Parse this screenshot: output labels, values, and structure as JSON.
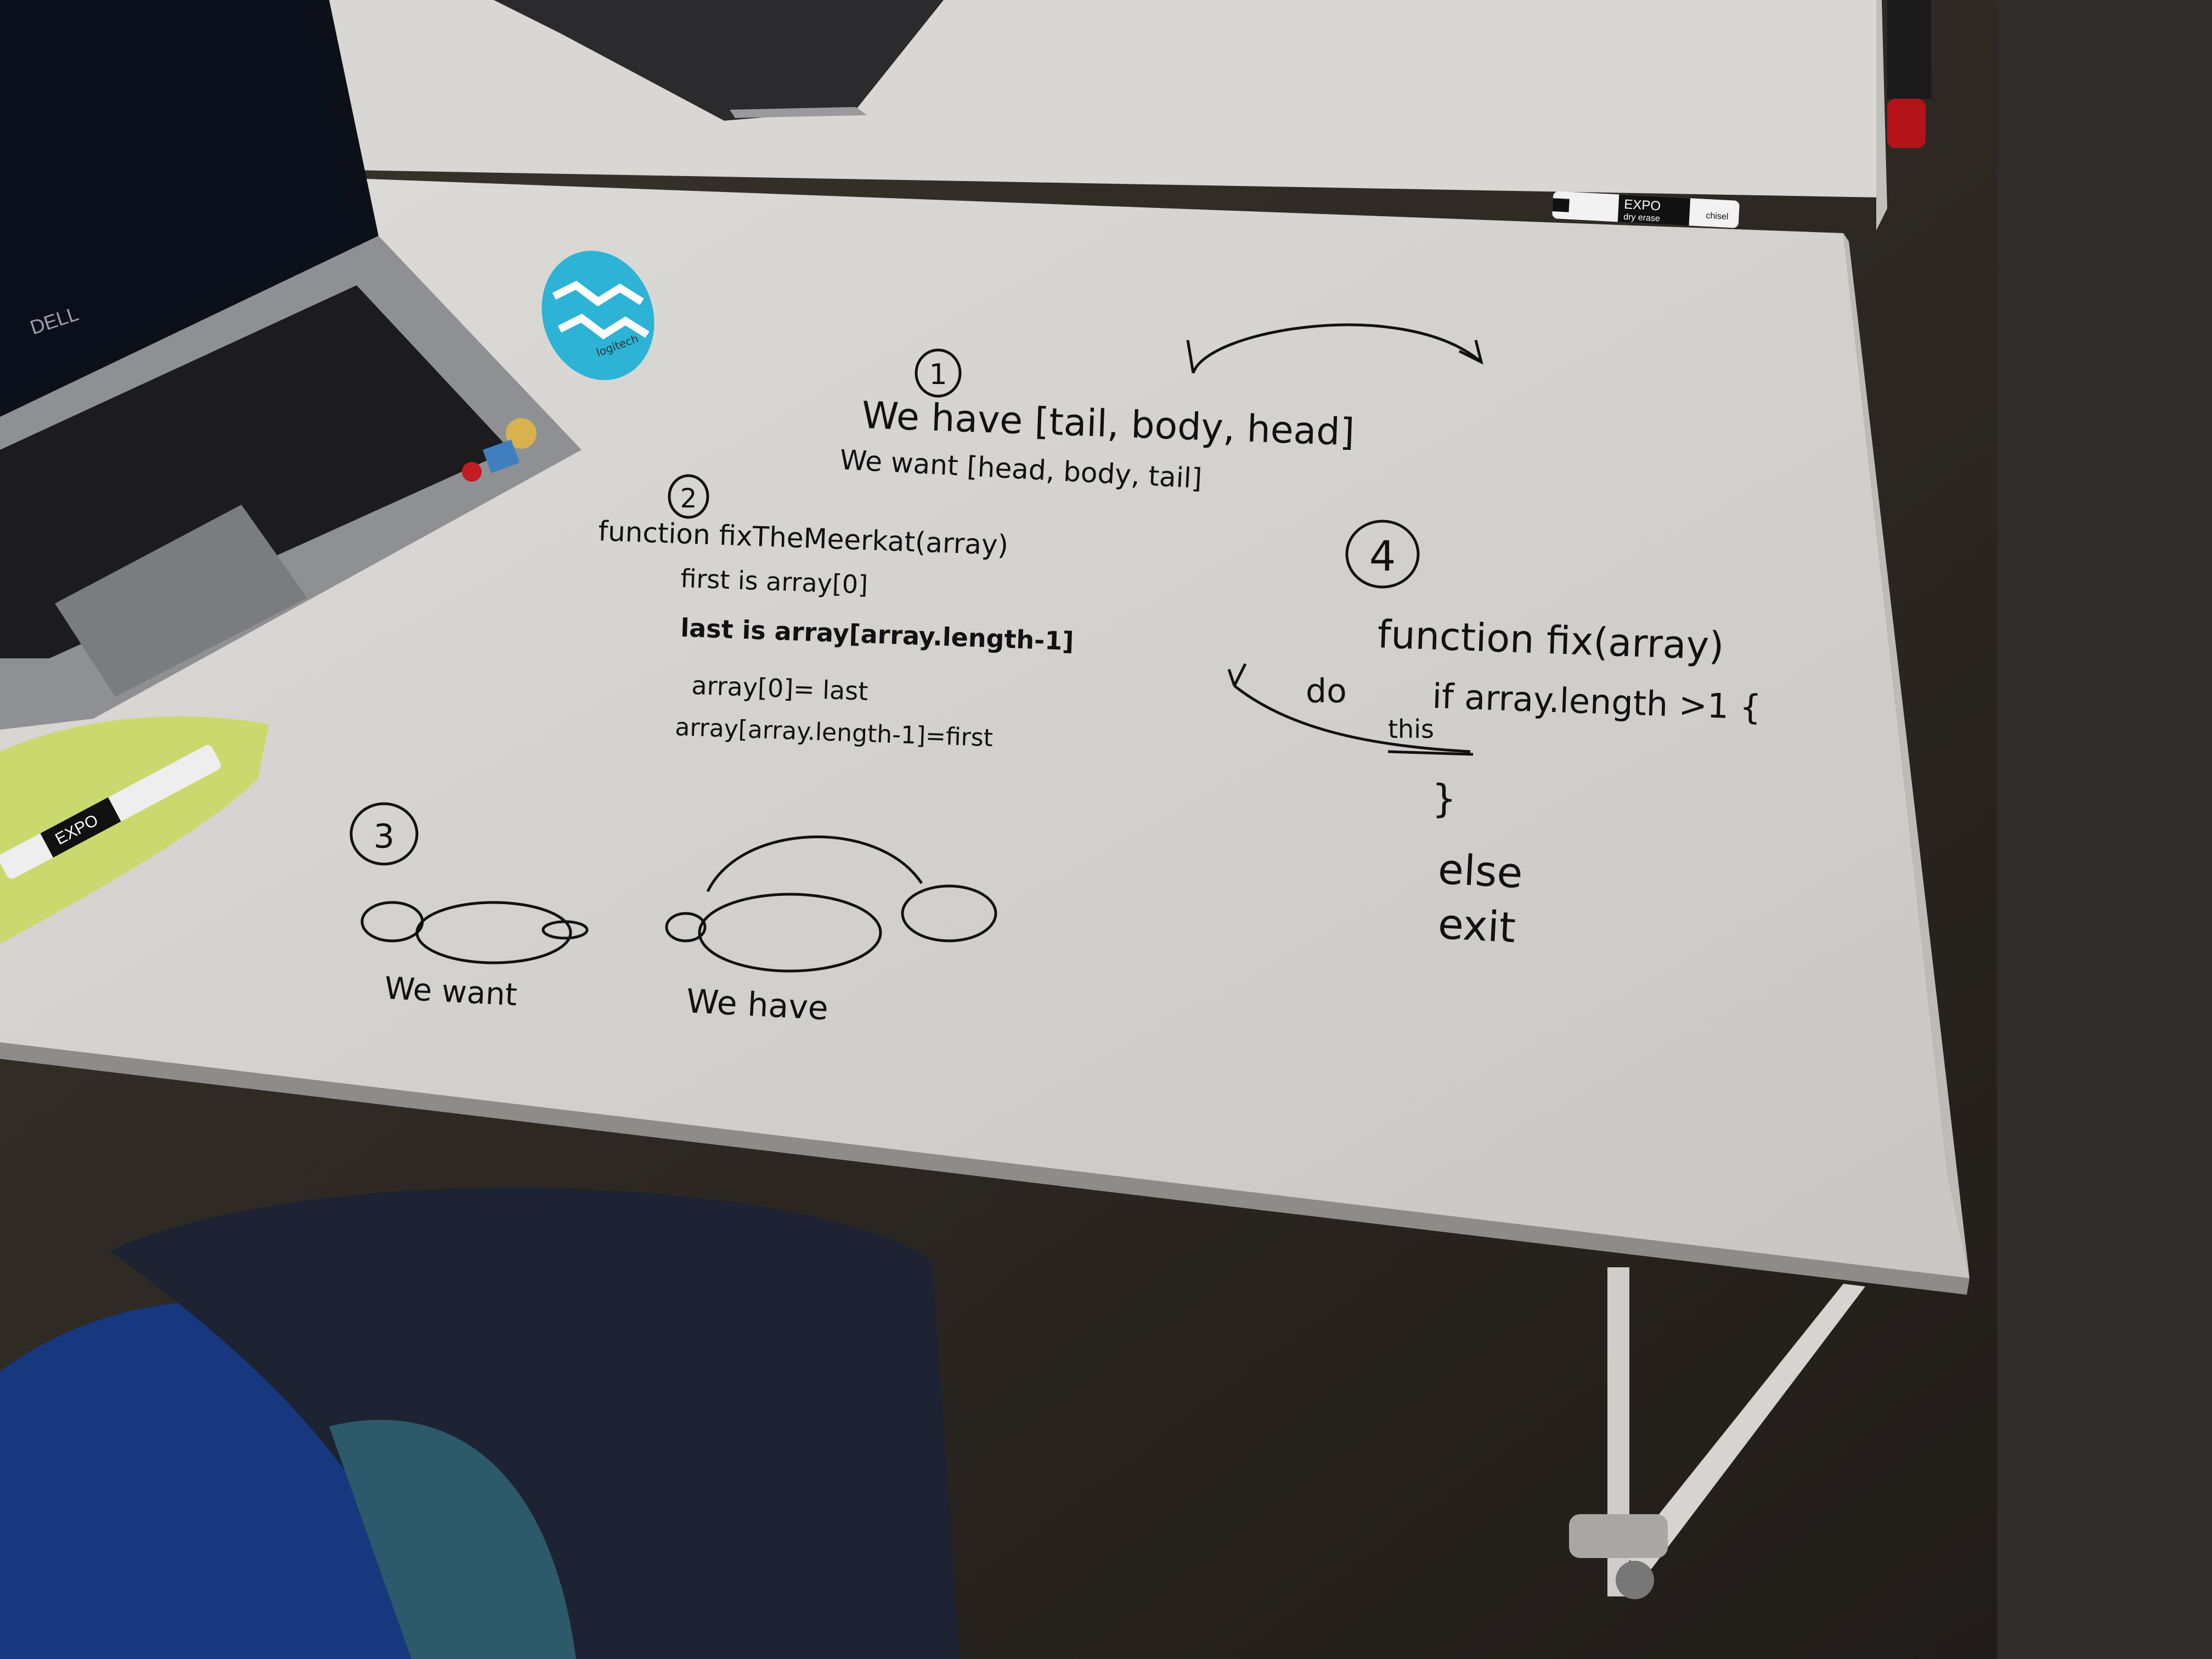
{
  "laptop": {
    "brand": "DELL"
  },
  "mouse": {
    "brand": "logitech"
  },
  "markers": {
    "brand": "EXPO",
    "variant": "dry erase",
    "tip": "chisel"
  },
  "notes": {
    "step1": {
      "number": "1",
      "line1": "We have [tail, body, head]",
      "line2": "We want [head, body, tail]"
    },
    "step2": {
      "number": "2",
      "lines": [
        "function fixTheMeerkat(array)",
        "first is array[0]",
        "last is array[array.length-1]",
        "array[0]= last",
        "array[array.length-1]=first"
      ]
    },
    "step3": {
      "number": "3",
      "label_want": "We want",
      "label_have": "We have"
    },
    "step4": {
      "number": "4",
      "lines": [
        "function fix(array)",
        "if array.length >1 {",
        "do",
        "this",
        "}",
        "else",
        "exit"
      ]
    }
  },
  "colors": {
    "ink": "#111111",
    "board": "#d8d6d2",
    "floor": "#2a2724"
  }
}
